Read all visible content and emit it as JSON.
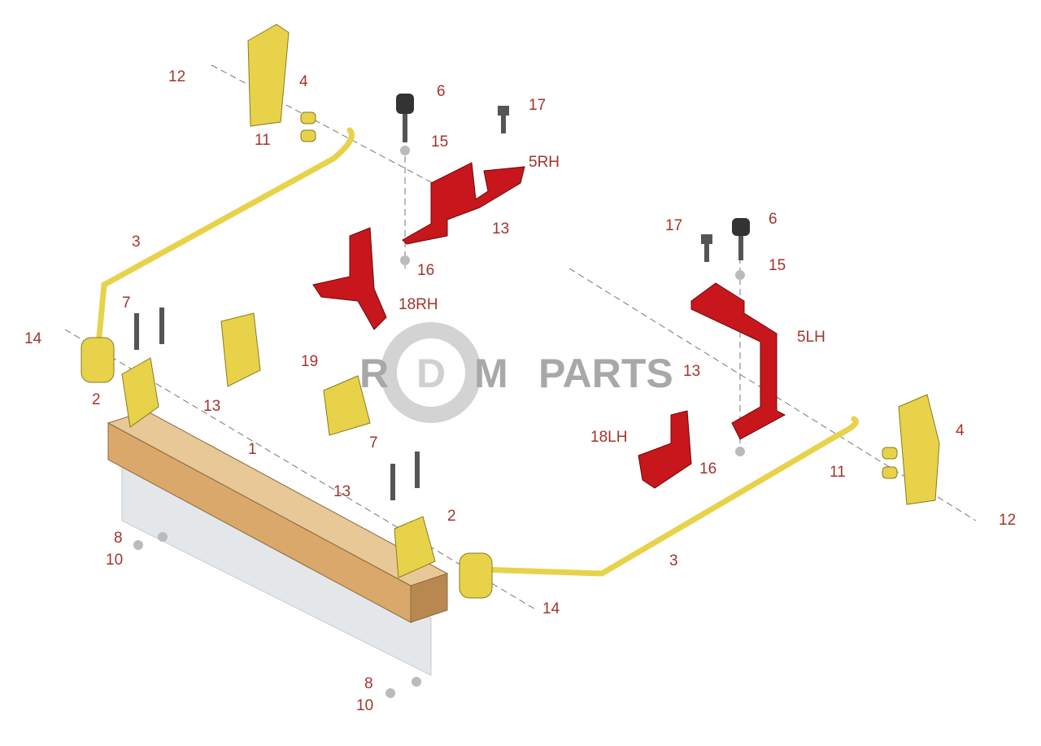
{
  "watermark": {
    "brand_left": "R",
    "brand_mid": "D",
    "brand_right": "M",
    "brand_word": "PARTS"
  },
  "colors": {
    "yellow": "#e8d24a",
    "red": "#c8161d",
    "wood": "#d9b07a",
    "label": "#a3342c",
    "watermark": "#a8a8a8"
  },
  "callouts": [
    "12",
    "4",
    "6",
    "17",
    "11",
    "15",
    "5RH",
    "13",
    "3",
    "16",
    "17",
    "6",
    "15",
    "18RH",
    "7",
    "14",
    "5LH",
    "19",
    "13",
    "2",
    "13",
    "18LH",
    "4",
    "7",
    "1",
    "16",
    "11",
    "13",
    "2",
    "12",
    "8",
    "10",
    "3",
    "14",
    "8",
    "10"
  ]
}
